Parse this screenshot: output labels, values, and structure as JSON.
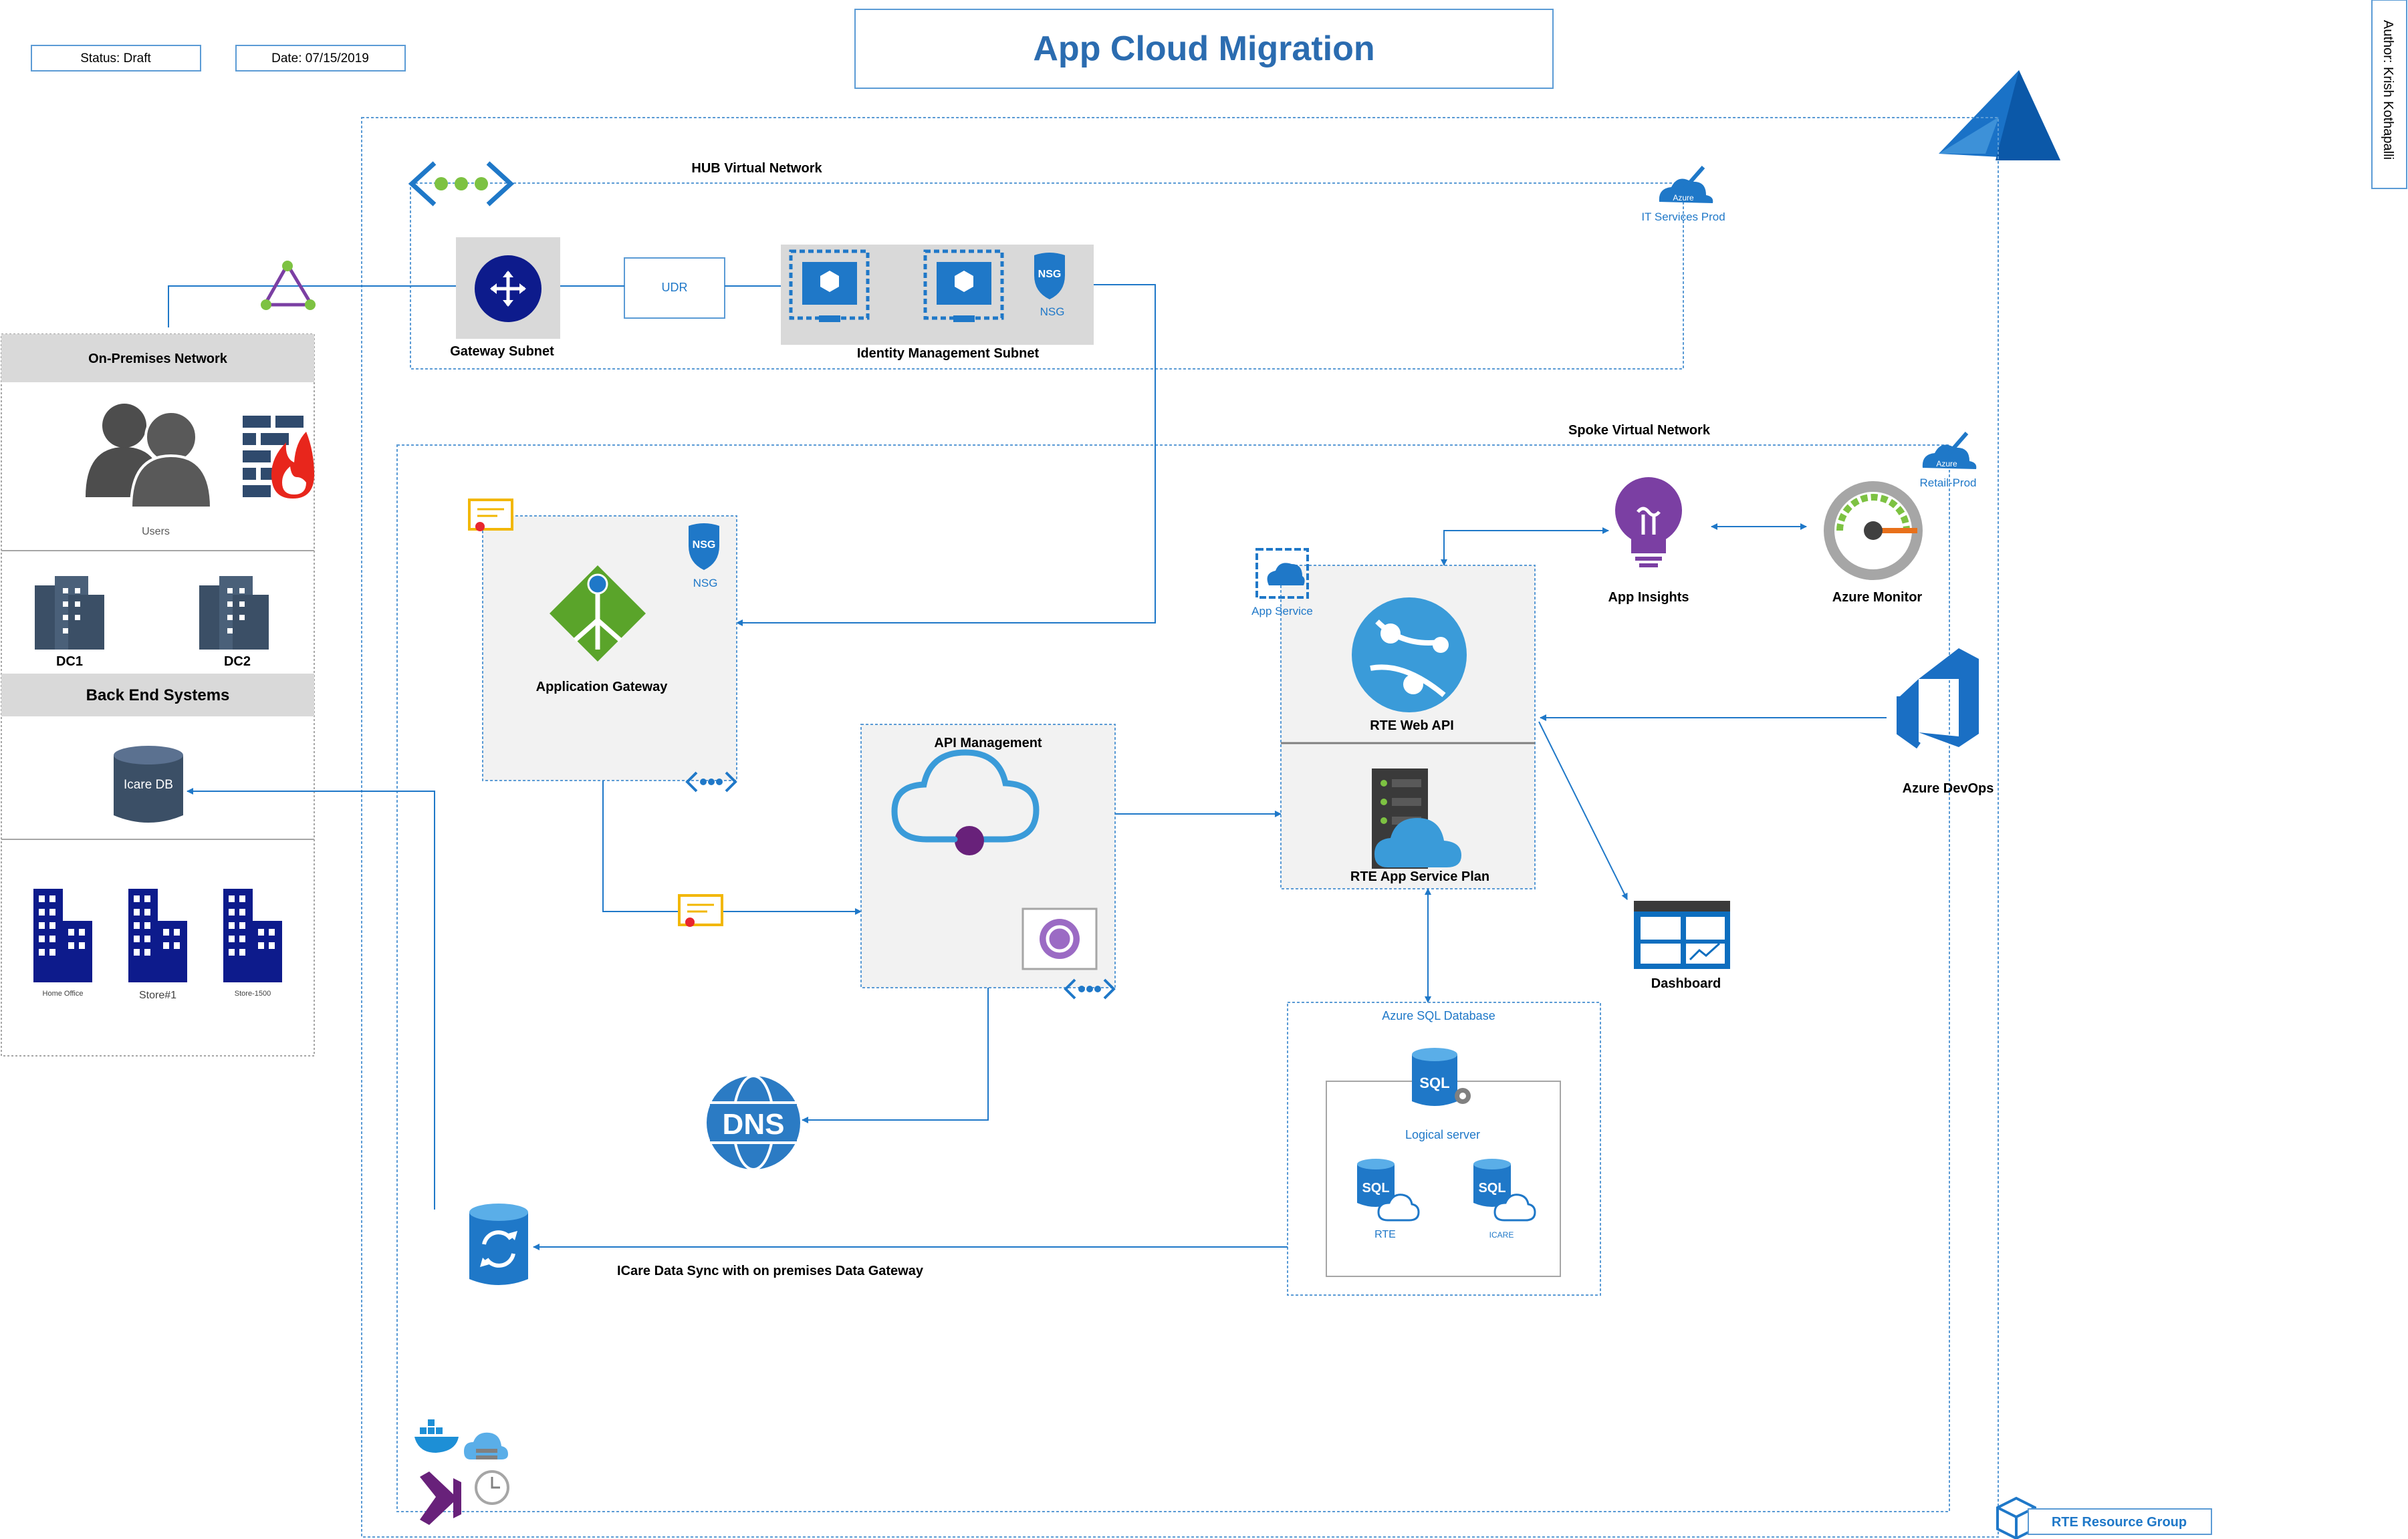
{
  "header": {
    "title": "App Cloud Migration",
    "status": "Status: Draft",
    "date": "Date: 07/15/2019",
    "author": "Author: Krish Kothapalli"
  },
  "colors": {
    "azure_blue": "#1f78c8",
    "title_blue": "#2b6cb0",
    "navy": "#0d1b8c",
    "gray_panel": "#d9d9d9",
    "light_panel": "#f2f2f2",
    "hub_dash": "#5b9bd5",
    "firewall_red": "#e8261c",
    "insights_purple": "#7b3fa3",
    "devops_blue": "#1a6fc4",
    "app_gateway_green": "#5aa42a"
  },
  "hub": {
    "title": "HUB Virtual Network",
    "subscription_badge": "Azure",
    "subscription": "IT Services Prod",
    "gateway_subnet": "Gateway Subnet",
    "udr": "UDR",
    "identity_subnet": "Identity Management Subnet",
    "nsg_badge": "NSG",
    "nsg_label": "NSG"
  },
  "on_prem": {
    "title": "On-Premises Network",
    "users": "Users",
    "dc1": "DC1",
    "dc2": "DC2",
    "back_end": "Back End Systems",
    "icare_db": "Icare DB",
    "home_office": "Home Office",
    "store1": "Store#1",
    "store1500": "Store-1500"
  },
  "spoke": {
    "title": "Spoke Virtual Network",
    "subscription_badge": "Azure",
    "subscription": "Retail-Prod",
    "app_gateway": "Application Gateway",
    "nsg_badge": "NSG",
    "nsg_label": "NSG",
    "api_management": "API Management",
    "app_service": "App Service",
    "rte_web_api": "RTE Web API",
    "rte_app_service_plan": "RTE App Service Plan",
    "app_insights": "App Insights",
    "azure_monitor": "Azure Monitor",
    "azure_devops": "Azure DevOps",
    "dashboard": "Dashboard",
    "azure_sql": "Azure SQL Database",
    "logical_server": "Logical server",
    "sql_badge": "SQL",
    "rte_db": "RTE",
    "icare_db": "ICARE",
    "dns": "DNS",
    "data_sync": "ICare Data Sync with on premises Data Gateway"
  },
  "footer": {
    "resource_group": "RTE Resource Group"
  },
  "icons": [
    "azure-logo-icon",
    "vnet-icon",
    "vpn-connection-icon",
    "router-icon",
    "virtual-machine-icon",
    "nsg-shield-icon",
    "users-icon",
    "firewall-icon",
    "building-icon",
    "database-icon",
    "city-building-icon",
    "app-gateway-icon",
    "certificate-icon",
    "api-management-icon",
    "app-service-icon",
    "web-api-icon",
    "app-service-plan-icon",
    "app-insights-icon",
    "azure-monitor-icon",
    "azure-devops-icon",
    "dashboard-icon",
    "sql-database-icon",
    "dns-icon",
    "data-sync-icon",
    "docker-icon",
    "visual-studio-icon",
    "clock-icon",
    "resource-group-icon"
  ]
}
